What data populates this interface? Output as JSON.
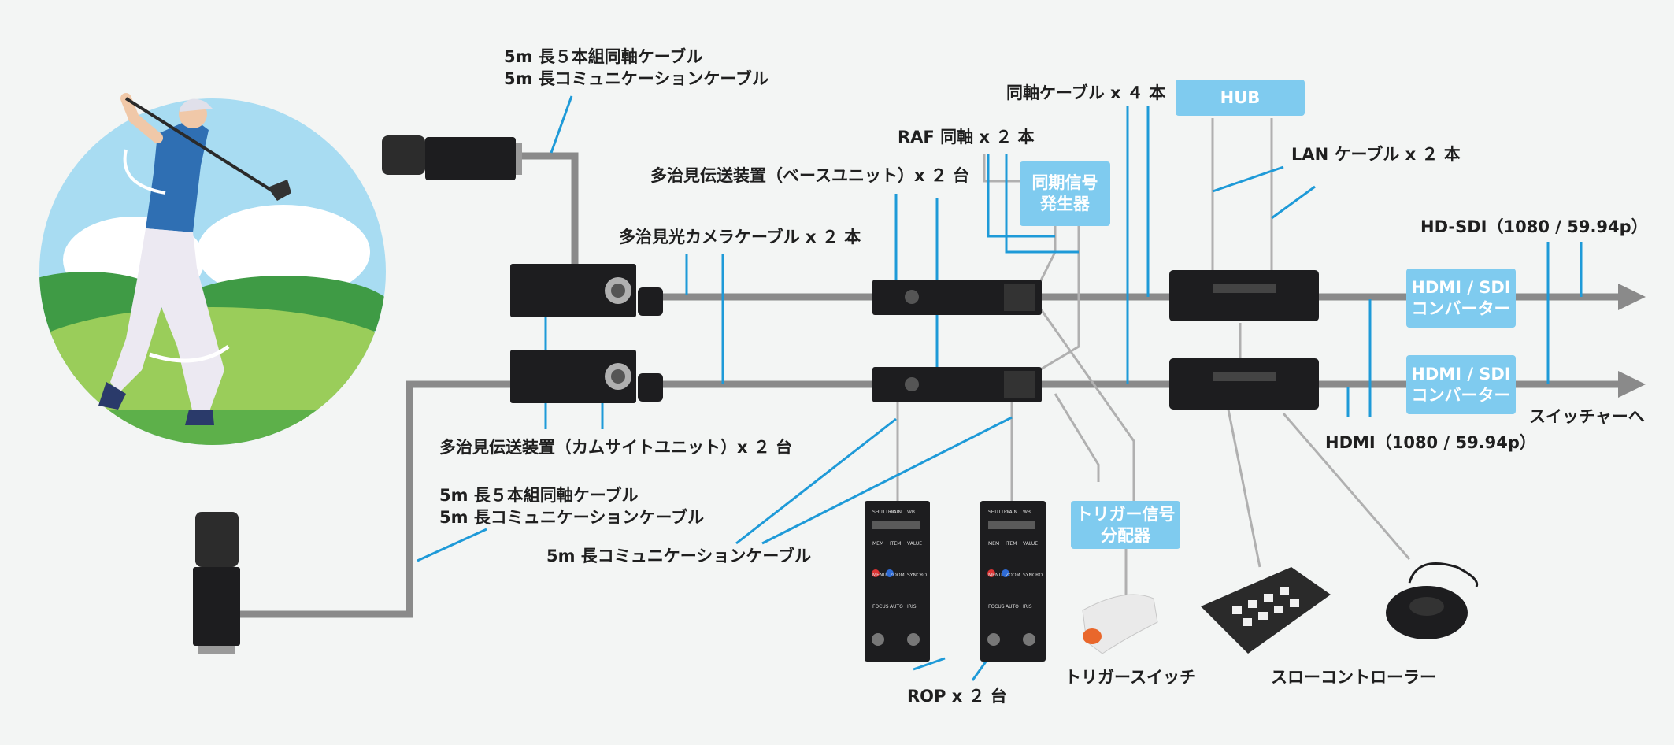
{
  "labels": {
    "top_cable_1": "5m 長５本組同軸ケーブル",
    "top_cable_2": "5m 長コミュニケーションケーブル",
    "base_unit": "多治見伝送装置（ベースユニット）x ２ 台",
    "camera_cable": "多治見光カメラケーブル x ２ 本",
    "raf": "RAF 同軸 x ２ 本",
    "coax4": "同軸ケーブル x ４ 本",
    "lan": "LAN ケーブル x ２ 本",
    "hdsdi": "HD-SDI（1080 / 59.94p）",
    "camsite": "多治見伝送装置（カムサイトユニット）x ２ 台",
    "bottom_cable_1": "5m 長５本組同軸ケーブル",
    "bottom_cable_2": "5m 長コミュニケーションケーブル",
    "comm_cable": "5m 長コミュニケーションケーブル",
    "switcher": "スイッチャーへ",
    "hdmi": "HDMI（1080 / 59.94p）",
    "rop": "ROP x ２ 台",
    "trigger_switch": "トリガースイッチ",
    "slow_controller": "スローコントローラー"
  },
  "boxes": {
    "hub": "HUB",
    "sync_1": "同期信号",
    "sync_2": "発生器",
    "trigger_dist_1": "トリガー信号",
    "trigger_dist_2": "分配器",
    "converter_1_line1": "HDMI / SDI",
    "converter_1_line2": "コンバーター",
    "converter_2_line1": "HDMI / SDI",
    "converter_2_line2": "コンバーター"
  },
  "device_text": {
    "rop_labels": [
      "SHUTTER",
      "GAIN",
      "WB",
      "MEM",
      "ITEM",
      "VALUE",
      "MENU",
      "ZOOM",
      "SYNCRO",
      "FOCUS",
      "AUTO",
      "IRIS"
    ]
  },
  "colors": {
    "background": "#f3f5f4",
    "cable_gray": "#8a8a8a",
    "callout_blue": "#1e9ad8",
    "box_blue": "#7fcbef",
    "device_black": "#1d1d1f"
  }
}
